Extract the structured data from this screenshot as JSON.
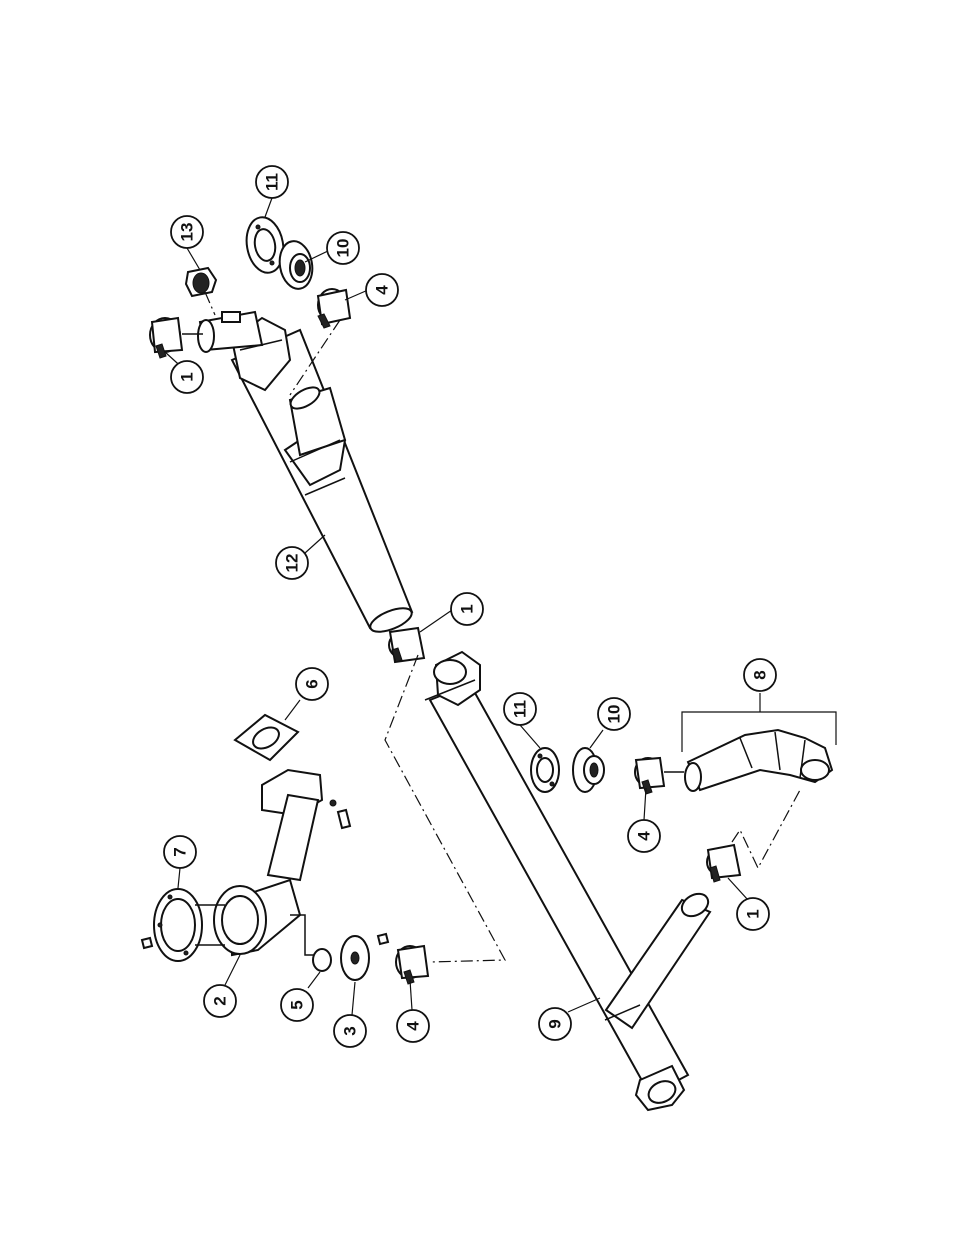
{
  "diagram": {
    "callouts": [
      {
        "id": "c1a",
        "label": "1"
      },
      {
        "id": "c13",
        "label": "13"
      },
      {
        "id": "c11a",
        "label": "11"
      },
      {
        "id": "c10a",
        "label": "10"
      },
      {
        "id": "c4a",
        "label": "4"
      },
      {
        "id": "c12",
        "label": "12"
      },
      {
        "id": "c1b",
        "label": "1"
      },
      {
        "id": "c6",
        "label": "6"
      },
      {
        "id": "c11b",
        "label": "11"
      },
      {
        "id": "c10b",
        "label": "10"
      },
      {
        "id": "c8",
        "label": "8"
      },
      {
        "id": "c4b",
        "label": "4"
      },
      {
        "id": "c7",
        "label": "7"
      },
      {
        "id": "c1c",
        "label": "1"
      },
      {
        "id": "c2",
        "label": "2"
      },
      {
        "id": "c5",
        "label": "5"
      },
      {
        "id": "c3",
        "label": "3"
      },
      {
        "id": "c4c",
        "label": "4"
      },
      {
        "id": "c9",
        "label": "9"
      }
    ]
  }
}
